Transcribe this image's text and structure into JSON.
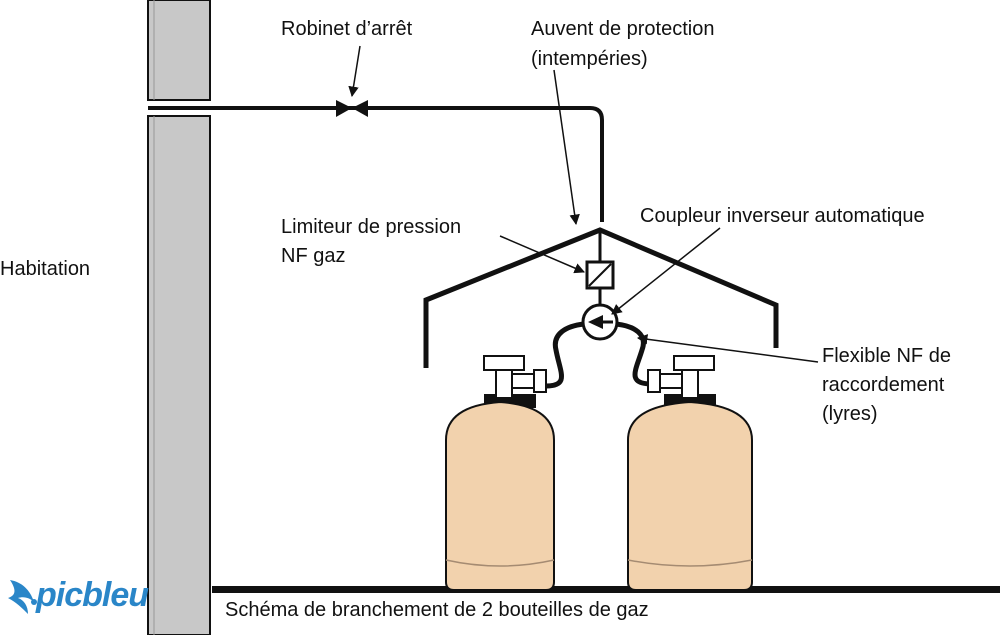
{
  "caption": "Schéma de branchement de 2 bouteilles de gaz",
  "labels": {
    "habitation": "Habitation",
    "robinet": "Robinet d’arrêt",
    "auvent_line1": "Auvent de protection",
    "auvent_line2": "(intempéries)",
    "limiteur_line1": "Limiteur de pression",
    "limiteur_line2": "NF gaz",
    "coupleur": "Coupleur inverseur automatique",
    "flexible_line1": "Flexible NF de",
    "flexible_line2": "raccordement",
    "flexible_line3": "(lyres)"
  },
  "logo": {
    "text": "picbleu"
  },
  "colors": {
    "line": "#111111",
    "wall_fill": "#c8c8c8",
    "bottle_fill": "#f2d2ad",
    "logo": "#2a86c8"
  }
}
